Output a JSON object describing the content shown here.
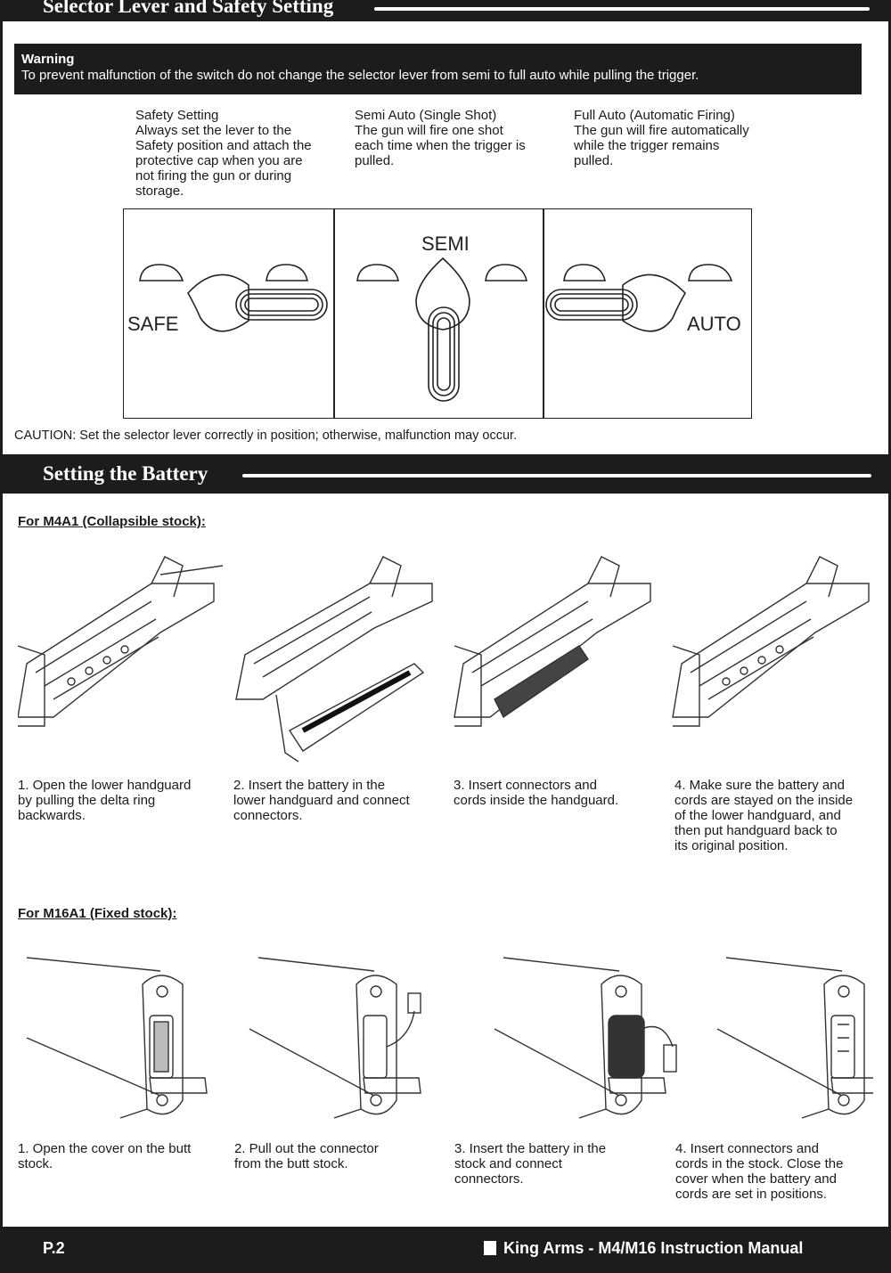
{
  "section1": {
    "title": "Selector Lever and Safety Setting",
    "warning_title": "Warning",
    "warning_text": "To prevent malfunction of the switch do not change the selector lever from semi to full auto while pulling the trigger.",
    "columns": [
      {
        "heading": "Safety Setting",
        "body": "Always set the lever to the\nSafety position and attach the\nprotective cap when you are\nnot firing the gun or during\nstorage."
      },
      {
        "heading": "Semi Auto (Single Shot)",
        "body": "The gun will fire one shot\neach time when the trigger is\npulled."
      },
      {
        "heading": "Full Auto (Automatic Firing)",
        "body": "The gun will fire automatically\nwhile the trigger remains\npulled."
      }
    ],
    "panel_labels": {
      "safe": "SAFE",
      "semi": "SEMI",
      "auto": "AUTO"
    },
    "caution": "CAUTION: Set the selector lever correctly in position; otherwise, malfunction may occur."
  },
  "section2": {
    "title": "Setting the Battery",
    "m4": {
      "label": "For M4A1 (Collapsible stock):",
      "steps": [
        "1. Open the lower handguard\nby pulling the delta ring\nbackwards.",
        "2. Insert the battery in the\nlower handguard and connect\nconnectors.",
        "3. Insert connectors and\ncords inside the handguard.",
        "4. Make sure the battery and\ncords are stayed on the inside\nof the lower handguard, and\nthen put handguard back to\nits original position."
      ]
    },
    "m16": {
      "label": "For M16A1 (Fixed stock):",
      "steps": [
        "1. Open the cover on the butt\nstock.",
        "2.  Pull out the connector\nfrom the butt stock.",
        "3. Insert the battery in the\nstock and connect\nconnectors.",
        "4. Insert connectors and\ncords in the stock. Close the\ncover when the battery and\ncords are set in positions."
      ]
    }
  },
  "footer": {
    "page": "P.2",
    "title": "King Arms - M4/M16 Instruction Manual"
  },
  "icons": [
    "selector-safe-diagram",
    "selector-semi-diagram",
    "selector-auto-diagram",
    "m4-handguard-illustration",
    "m16-buttstock-illustration"
  ]
}
